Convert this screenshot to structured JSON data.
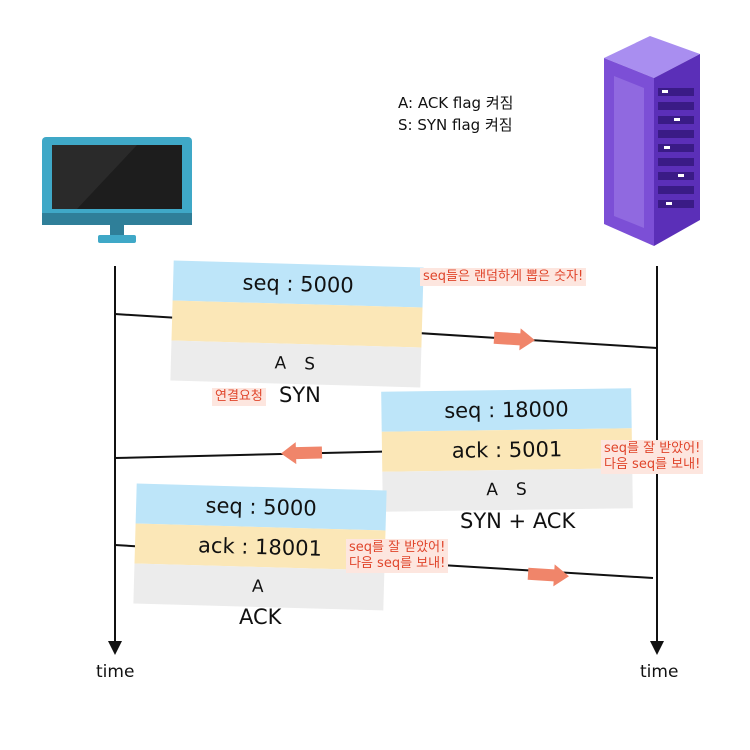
{
  "legend": {
    "a_line": "A: ACK flag 켜짐",
    "s_line": "S: SYN flag 켜짐"
  },
  "client": {
    "icon": "desktop-monitor-icon"
  },
  "server": {
    "icon": "server-rack-icon"
  },
  "timeline": {
    "left_label": "time",
    "right_label": "time"
  },
  "colors": {
    "seq_bg": "#bde5f9",
    "ack_bg": "#fbe7b7",
    "flags_bg": "#ececec",
    "arrow": "#f0856a",
    "note_text": "#e0452b",
    "note_bg": "#fde6df"
  },
  "packets": [
    {
      "seq": "seq : 5000",
      "ack": "",
      "flags": [
        "A",
        "S"
      ],
      "caption": "SYN",
      "tag": "연결요청",
      "note": "seq들은 랜덤하게 뽑은 숫자!"
    },
    {
      "seq": "seq : 18000",
      "ack": "ack : 5001",
      "flags": [
        "A",
        "S"
      ],
      "caption": "SYN + ACK",
      "note_line1": "seq를 잘 받았어!",
      "note_line2": "다음 seq를 보내!"
    },
    {
      "seq": "seq : 5000",
      "ack": "ack : 18001",
      "flags": [
        "A"
      ],
      "caption": "ACK",
      "note_line1": "seq를 잘 받았어!",
      "note_line2": "다음 seq를 보내!"
    }
  ]
}
